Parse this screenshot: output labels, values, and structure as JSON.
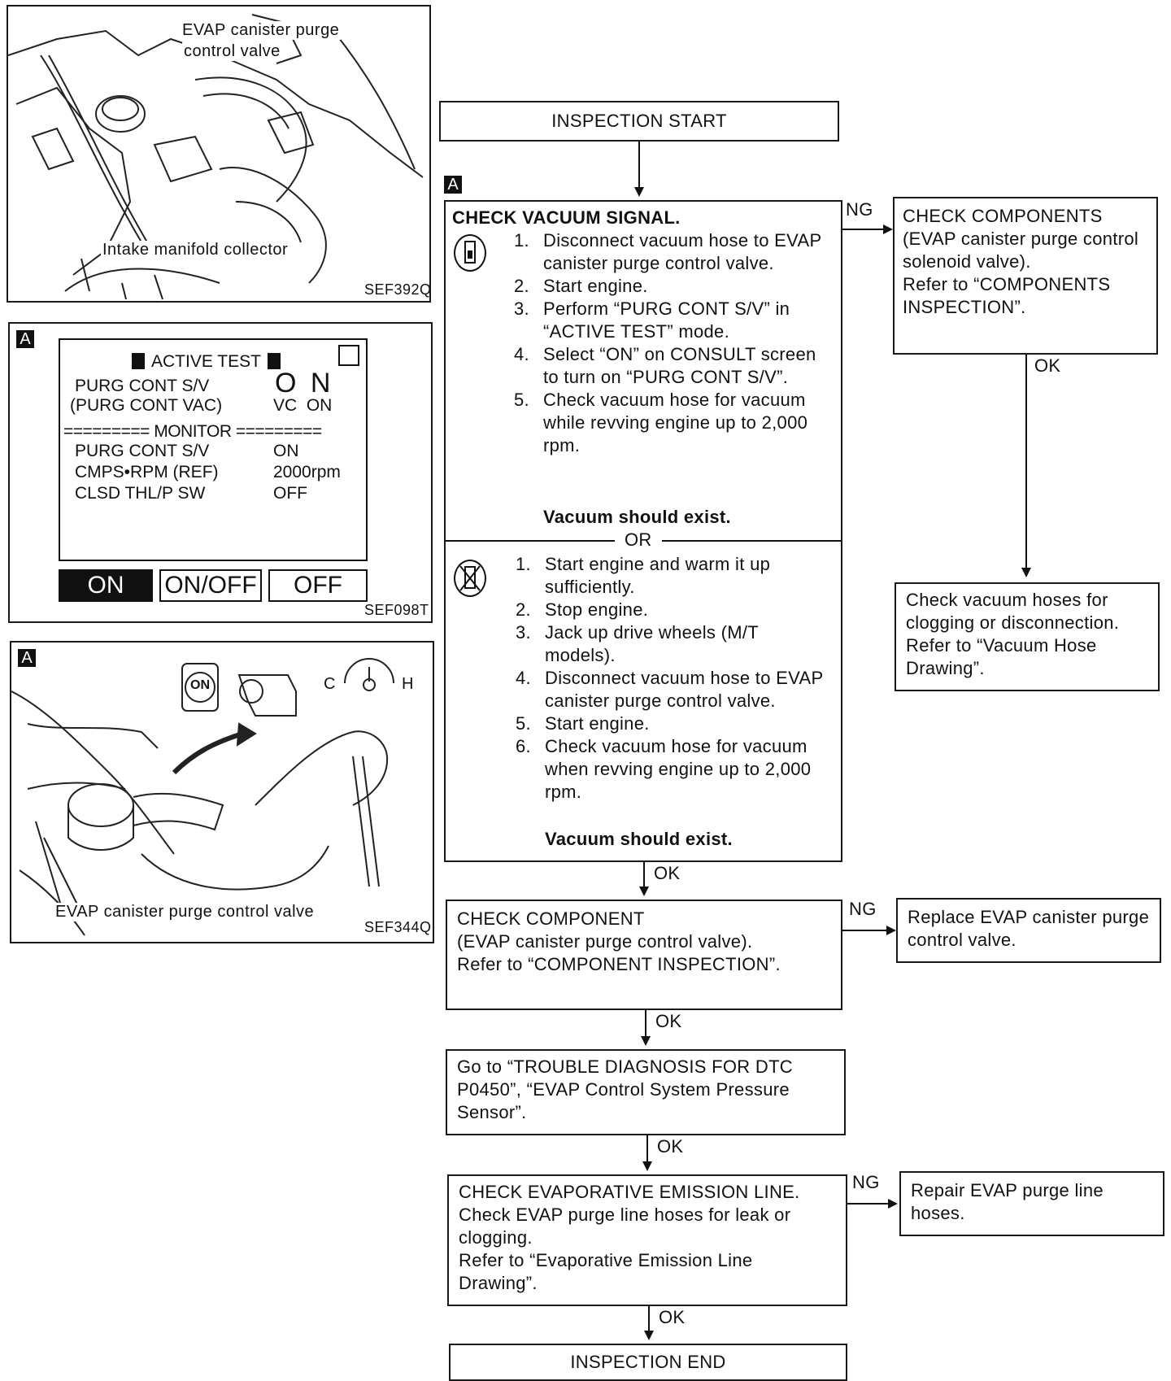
{
  "figures": {
    "fig1": {
      "label_valve_line1": "EVAP canister purge",
      "label_valve_line2": "control valve",
      "label_collector": "Intake manifold collector",
      "code": "SEF392Q"
    },
    "fig2": {
      "tag": "A",
      "title": "ACTIVE TEST",
      "row1_name": "PURG CONT S/V",
      "row1_sub": "(PURG CONT VAC)",
      "row1_value_big": "O N",
      "row1_value_small": "VC  ON",
      "monitor_label": "========= MONITOR =========",
      "monitor_rows": [
        {
          "name": "PURG CONT S/V",
          "value": "ON"
        },
        {
          "name": "CMPS•RPM (REF)",
          "value": "2000rpm"
        },
        {
          "name": "CLSD THL/P SW",
          "value": "OFF"
        }
      ],
      "btn_on": "ON",
      "btn_onoff": "ON/OFF",
      "btn_off": "OFF",
      "code": "SEF098T"
    },
    "fig3": {
      "tag": "A",
      "key_label": "ON",
      "gauge_c": "C",
      "gauge_h": "H",
      "label_valve": "EVAP canister purge control valve",
      "code": "SEF344Q"
    }
  },
  "flow": {
    "start": "INSPECTION START",
    "step_tag": "A",
    "check_vacuum": {
      "title": "CHECK VACUUM SIGNAL.",
      "with_consult": [
        {
          "n": "1.",
          "text": "Disconnect vacuum hose to EVAP canister purge control valve."
        },
        {
          "n": "2.",
          "text": "Start engine."
        },
        {
          "n": "3.",
          "text": "Perform “PURG CONT S/V” in “ACTIVE TEST” mode."
        },
        {
          "n": "4.",
          "text": "Select “ON” on CONSULT screen to turn on “PURG CONT S/V”."
        },
        {
          "n": "5.",
          "text": "Check vacuum hose for vacuum while revving engine up to 2,000 rpm."
        }
      ],
      "result1": "Vacuum should exist.",
      "or": "OR",
      "without_consult": [
        {
          "n": "1.",
          "text": "Start engine and warm it up sufficiently."
        },
        {
          "n": "2.",
          "text": "Stop engine."
        },
        {
          "n": "3.",
          "text": "Jack up drive wheels (M/T models)."
        },
        {
          "n": "4.",
          "text": "Disconnect vacuum hose to EVAP canister purge control valve."
        },
        {
          "n": "5.",
          "text": "Start engine."
        },
        {
          "n": "6.",
          "text": "Check vacuum hose for vacuum when revving engine up to 2,000 rpm."
        }
      ],
      "result2": "Vacuum should exist."
    },
    "check_components": "CHECK COMPONENTS\n(EVAP canister purge control solenoid valve).\nRefer to “COMPONENTS INSPECTION”.",
    "check_hoses": "Check vacuum hoses for clogging or disconnection. Refer to “Vacuum Hose Drawing”.",
    "check_component": "CHECK COMPONENT\n(EVAP canister purge control valve).\nRefer to “COMPONENT INSPECTION”.",
    "replace_valve": "Replace EVAP canister purge control valve.",
    "go_to_dtc": "Go to “TROUBLE DIAGNOSIS FOR DTC P0450”, “EVAP Control System Pressure Sensor”.",
    "check_line": "CHECK EVAPORATIVE EMISSION LINE.\nCheck EVAP purge line hoses for leak or clogging.\nRefer to “Evaporative Emission Line Drawing”.",
    "repair_hoses": "Repair EVAP purge line hoses.",
    "end": "INSPECTION END",
    "ng": "NG",
    "ok": "OK"
  }
}
